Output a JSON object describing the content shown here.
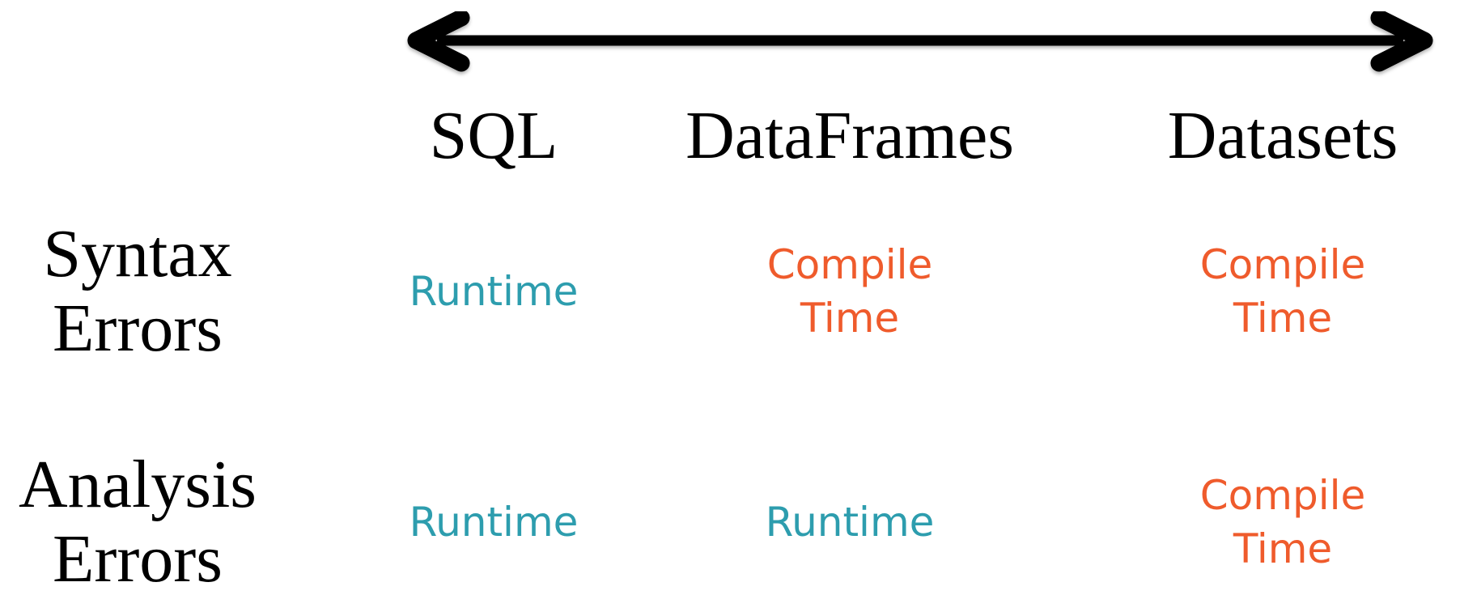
{
  "diagram": {
    "description": "Comparison of when errors are caught across Spark APIs",
    "axis_arrow": "double-headed horizontal arrow spanning the three API columns"
  },
  "table": {
    "columns": [
      "SQL",
      "DataFrames",
      "Datasets"
    ],
    "rows": [
      {
        "label": "Syntax Errors",
        "cells": [
          {
            "text": "Runtime",
            "type": "runtime"
          },
          {
            "text": "Compile Time",
            "type": "compile"
          },
          {
            "text": "Compile Time",
            "type": "compile"
          }
        ]
      },
      {
        "label": "Analysis Errors",
        "cells": [
          {
            "text": "Runtime",
            "type": "runtime"
          },
          {
            "text": "Runtime",
            "type": "runtime"
          },
          {
            "text": "Compile Time",
            "type": "compile"
          }
        ]
      }
    ]
  },
  "colors": {
    "runtime": "#2D9DAE",
    "compile": "#EF5B2C",
    "arrow": "#000000",
    "text": "#000000",
    "background": "#FFFFFF"
  }
}
